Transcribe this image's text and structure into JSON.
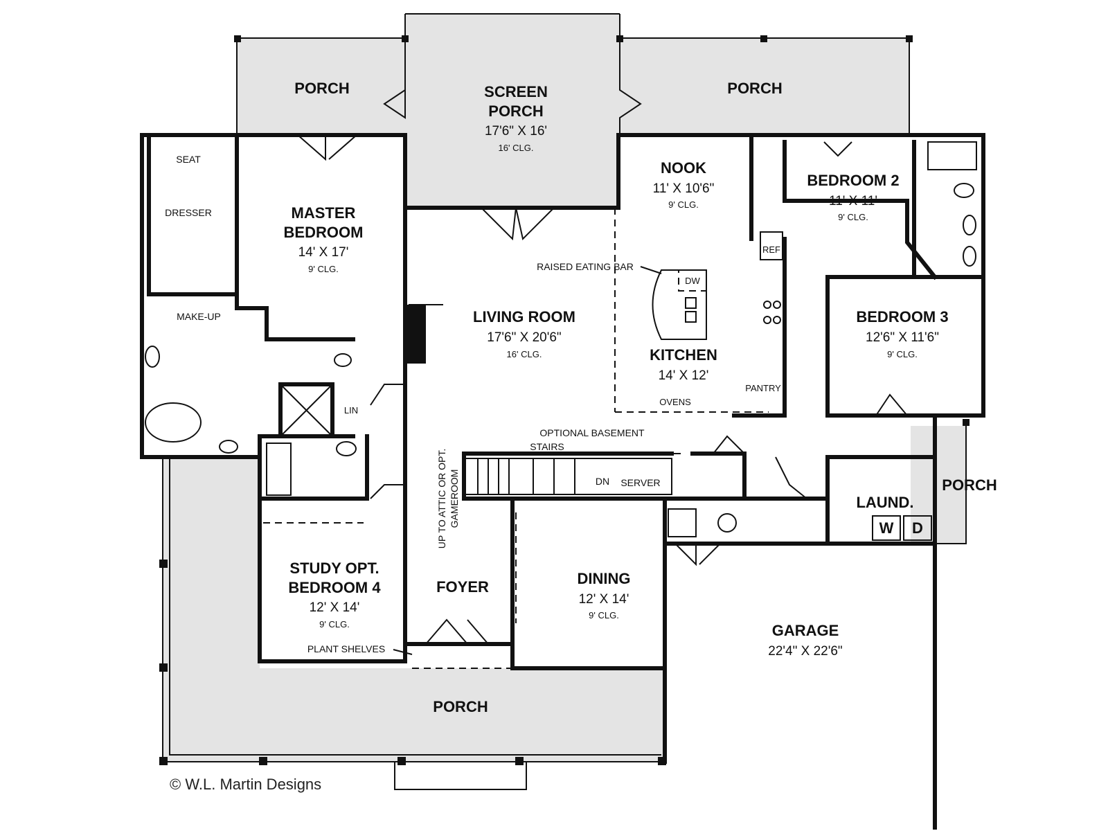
{
  "rooms": {
    "porch_left": {
      "name": "PORCH"
    },
    "porch_right": {
      "name": "PORCH"
    },
    "screen_porch": {
      "name_1": "SCREEN",
      "name_2": "PORCH",
      "size": "17'6\" X 16'",
      "ceiling": "16' CLG."
    },
    "master_bedroom": {
      "name_1": "MASTER",
      "name_2": "BEDROOM",
      "size": "14' X 17'",
      "ceiling": "9' CLG."
    },
    "living_room": {
      "name": "LIVING ROOM",
      "size": "17'6\" X 20'6\"",
      "ceiling": "16' CLG."
    },
    "nook": {
      "name": "NOOK",
      "size": "11' X 10'6\"",
      "ceiling": "9' CLG."
    },
    "bedroom_2": {
      "name": "BEDROOM 2",
      "size": "11' X 11'",
      "ceiling": "9' CLG."
    },
    "bedroom_3": {
      "name": "BEDROOM 3",
      "size": "12'6\" X 11'6\"",
      "ceiling": "9' CLG."
    },
    "kitchen": {
      "name": "KITCHEN",
      "size": "14' X 12'"
    },
    "study": {
      "name_1": "STUDY OPT.",
      "name_2": "BEDROOM 4",
      "size": "12' X 14'",
      "ceiling": "9' CLG."
    },
    "foyer": {
      "name": "FOYER"
    },
    "dining": {
      "name": "DINING",
      "size": "12' X 14'",
      "ceiling": "9' CLG."
    },
    "garage": {
      "name": "GARAGE",
      "size": "22'4\" X 22'6\""
    },
    "porch_front": {
      "name": "PORCH"
    },
    "porch_side": {
      "name": "PORCH"
    },
    "laundry": {
      "name": "LAUND."
    }
  },
  "fixtures": {
    "seat": "SEAT",
    "dresser": "DRESSER",
    "make_up": "MAKE-UP",
    "lin": "LIN",
    "ref": "REF",
    "dw": "DW",
    "pantry": "PANTRY",
    "ovens": "OVENS",
    "washer": "W",
    "dryer": "D"
  },
  "notes": {
    "raised_eating_bar": "RAISED EATING BAR",
    "optional_basement_1": "OPTIONAL BASEMENT",
    "optional_basement_2": "STAIRS",
    "dn": "DN",
    "server": "SERVER",
    "attic_1": "UP TO ATTIC OR OPT.",
    "attic_2": "GAMEROOM",
    "plant_shelves": "PLANT SHELVES"
  },
  "credit": "© W.L. Martin Designs"
}
